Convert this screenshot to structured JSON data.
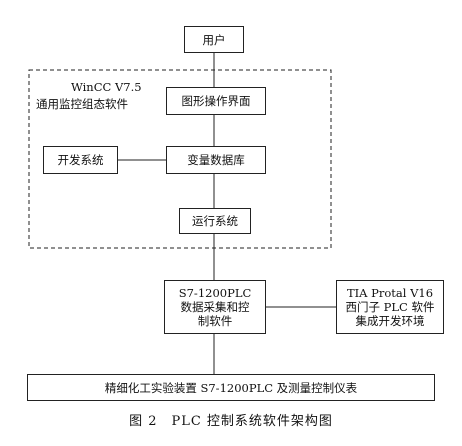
{
  "diagram": {
    "user": "用户",
    "group_title_1": "WinCC V7.5",
    "group_title_2": "通用监控组态软件",
    "gui": "图形操作界面",
    "dev_system": "开发系统",
    "var_db": "变量数据库",
    "runtime": "运行系统",
    "plc_line1": "S7-1200PLC",
    "plc_line2": "数据采集和控",
    "plc_line3": "制软件",
    "tia_line1": "TIA Protal V16",
    "tia_line2": "西门子 PLC 软件",
    "tia_line3": "集成开发环境",
    "device": "精细化工实验装置 S7-1200PLC 及测量控制仪表",
    "caption": "图 2　PLC 控制系统软件架构图"
  }
}
